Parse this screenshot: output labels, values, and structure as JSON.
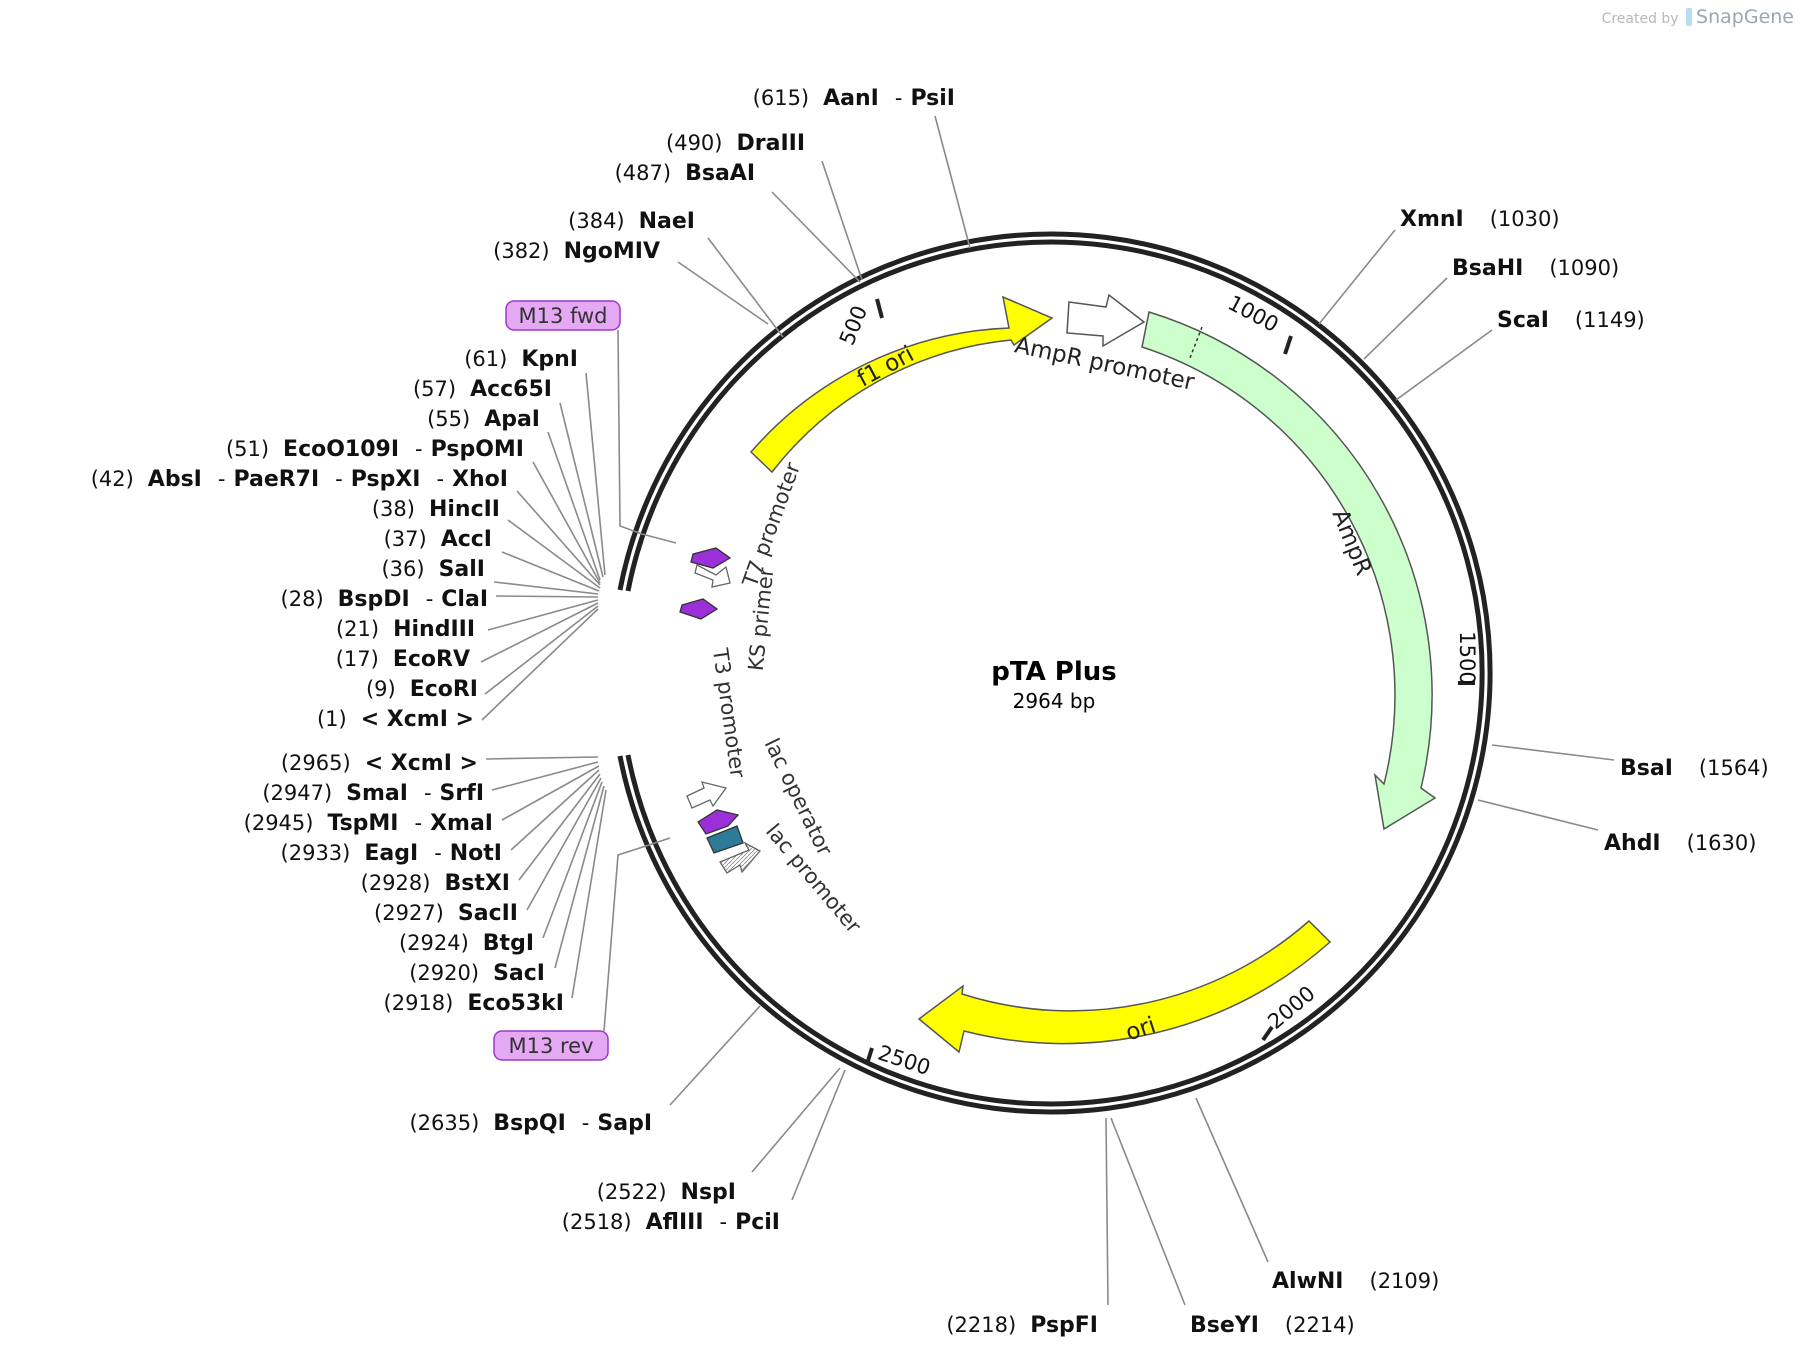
{
  "plasmid": {
    "name": "pTA Plus",
    "length_label": "2964 bp"
  },
  "credit": {
    "created_by": "Created by",
    "brand": "SnapGene"
  },
  "primers": [
    {
      "label": "M13 fwd"
    },
    {
      "label": "M13 rev"
    }
  ],
  "features": [
    {
      "label": "f1 ori",
      "color": "#ffff00"
    },
    {
      "label": "AmpR promoter",
      "color": "#ffffff"
    },
    {
      "label": "AmpR",
      "color": "#ccffcc"
    },
    {
      "label": "ori",
      "color": "#ffff00"
    },
    {
      "label": "T7 promoter",
      "color": "#ffffff"
    },
    {
      "label": "KS primer",
      "color": "#9b30d9"
    },
    {
      "label": "T3 promoter",
      "color": "#ffffff"
    },
    {
      "label": "lac operator",
      "color": "#2e7b99"
    },
    {
      "label": "lac promoter",
      "color": "#ffffff"
    }
  ],
  "ticks": [
    "500",
    "1000",
    "1500",
    "2000",
    "2500"
  ],
  "sites": [
    {
      "pos": "(615)",
      "name": "AanI",
      "alt": [
        "PsiI"
      ]
    },
    {
      "pos": "(490)",
      "name": "DraIII",
      "alt": []
    },
    {
      "pos": "(487)",
      "name": "BsaAI",
      "alt": []
    },
    {
      "pos": "(384)",
      "name": "NaeI",
      "alt": []
    },
    {
      "pos": "(382)",
      "name": "NgoMIV",
      "alt": []
    },
    {
      "pos": "(61)",
      "name": "KpnI",
      "alt": []
    },
    {
      "pos": "(57)",
      "name": "Acc65I",
      "alt": []
    },
    {
      "pos": "(55)",
      "name": "ApaI",
      "alt": []
    },
    {
      "pos": "(51)",
      "name": "EcoO109I",
      "alt": [
        "PspOMI"
      ]
    },
    {
      "pos": "(42)",
      "name": "AbsI",
      "alt": [
        "PaeR7I",
        "PspXI",
        "XhoI"
      ]
    },
    {
      "pos": "(38)",
      "name": "HincII",
      "alt": []
    },
    {
      "pos": "(37)",
      "name": "AccI",
      "alt": []
    },
    {
      "pos": "(36)",
      "name": "SalI",
      "alt": []
    },
    {
      "pos": "(28)",
      "name": "BspDI",
      "alt": [
        "ClaI"
      ]
    },
    {
      "pos": "(21)",
      "name": "HindIII",
      "alt": []
    },
    {
      "pos": "(17)",
      "name": "EcoRV",
      "alt": []
    },
    {
      "pos": "(9)",
      "name": "EcoRI",
      "alt": []
    },
    {
      "pos": "(1)",
      "name": "< XcmI >",
      "alt": []
    },
    {
      "pos": "(2965)",
      "name": "< XcmI >",
      "alt": []
    },
    {
      "pos": "(2947)",
      "name": "SmaI",
      "alt": [
        "SrfI"
      ]
    },
    {
      "pos": "(2945)",
      "name": "TspMI",
      "alt": [
        "XmaI"
      ]
    },
    {
      "pos": "(2933)",
      "name": "EagI",
      "alt": [
        "NotI"
      ]
    },
    {
      "pos": "(2928)",
      "name": "BstXI",
      "alt": []
    },
    {
      "pos": "(2927)",
      "name": "SacII",
      "alt": []
    },
    {
      "pos": "(2924)",
      "name": "BtgI",
      "alt": []
    },
    {
      "pos": "(2920)",
      "name": "SacI",
      "alt": []
    },
    {
      "pos": "(2918)",
      "name": "Eco53kI",
      "alt": []
    },
    {
      "pos": "(2635)",
      "name": "BspQI",
      "alt": [
        "SapI"
      ]
    },
    {
      "pos": "(2522)",
      "name": "NspI",
      "alt": []
    },
    {
      "pos": "(2518)",
      "name": "AflIII",
      "alt": [
        "PciI"
      ]
    },
    {
      "pos": "(2218)",
      "name": "PspFI",
      "alt": []
    },
    {
      "pos": "(2214)",
      "name": "BseYI",
      "alt": []
    },
    {
      "pos": "(2109)",
      "name": "AlwNI",
      "alt": []
    },
    {
      "pos": "(1030)",
      "name": "XmnI",
      "alt": []
    },
    {
      "pos": "(1090)",
      "name": "BsaHI",
      "alt": []
    },
    {
      "pos": "(1149)",
      "name": "ScaI",
      "alt": []
    },
    {
      "pos": "(1564)",
      "name": "BsaI",
      "alt": []
    },
    {
      "pos": "(1630)",
      "name": "AhdI",
      "alt": []
    }
  ]
}
